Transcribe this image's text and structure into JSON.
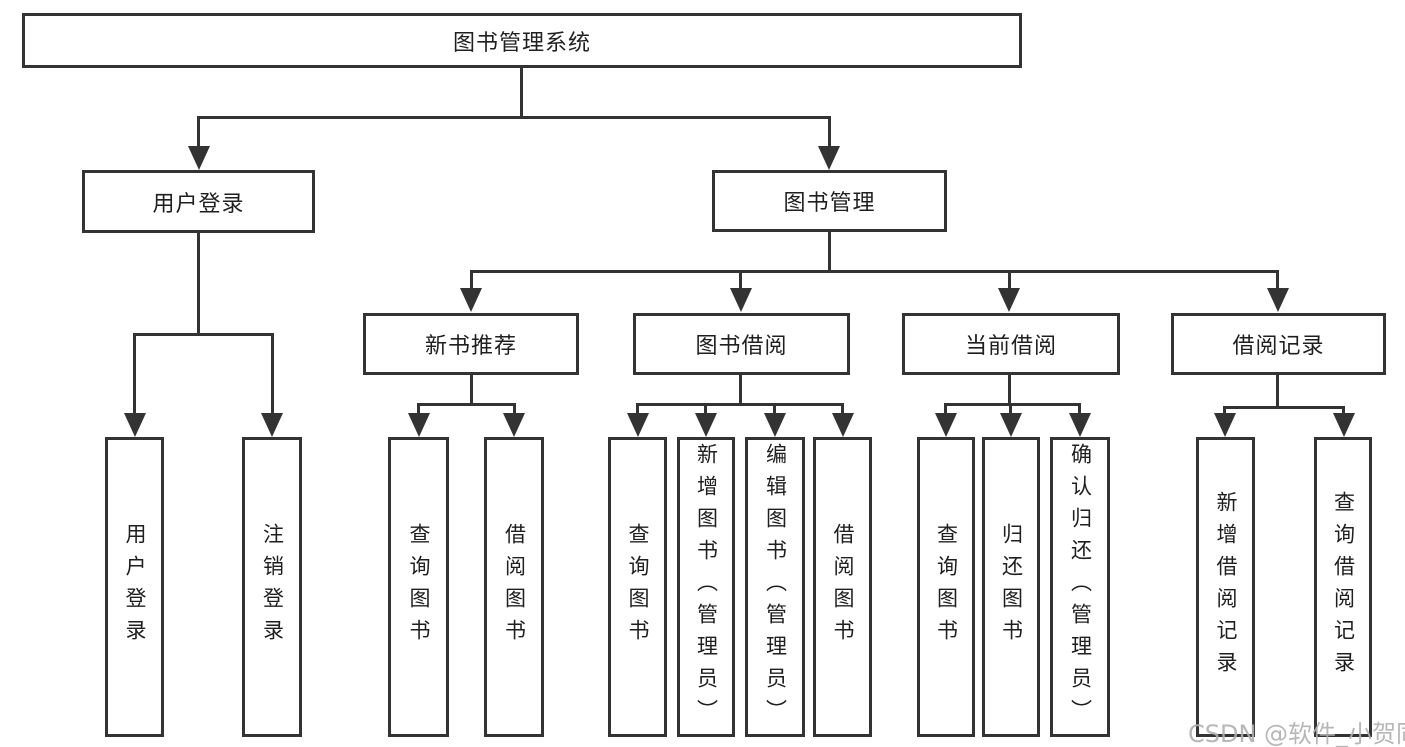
{
  "tree": {
    "label": "图书管理系统",
    "children": [
      {
        "label": "用户登录",
        "children": [
          {
            "label": "用户登录"
          },
          {
            "label": "注销登录"
          }
        ]
      },
      {
        "label": "图书管理",
        "children": [
          {
            "label": "新书推荐",
            "children": [
              {
                "label": "查询图书"
              },
              {
                "label": "借阅图书"
              }
            ]
          },
          {
            "label": "图书借阅",
            "children": [
              {
                "label": "查询图书"
              },
              {
                "label": "新增图书（管理员）"
              },
              {
                "label": "编辑图书（管理员）"
              },
              {
                "label": "借阅图书"
              }
            ]
          },
          {
            "label": "当前借阅",
            "children": [
              {
                "label": "查询图书"
              },
              {
                "label": "归还图书"
              },
              {
                "label": "确认归还（管理员）"
              }
            ]
          },
          {
            "label": "借阅记录",
            "children": [
              {
                "label": "新增借阅记录"
              },
              {
                "label": "查询借阅记录"
              }
            ]
          }
        ]
      }
    ]
  },
  "watermark": {
    "text": "CSDN @软件_小贺同学",
    "color": "#b0b0b0"
  },
  "colors": {
    "line": "#333333",
    "text": "#1f1f1f",
    "background": "#ffffff"
  }
}
